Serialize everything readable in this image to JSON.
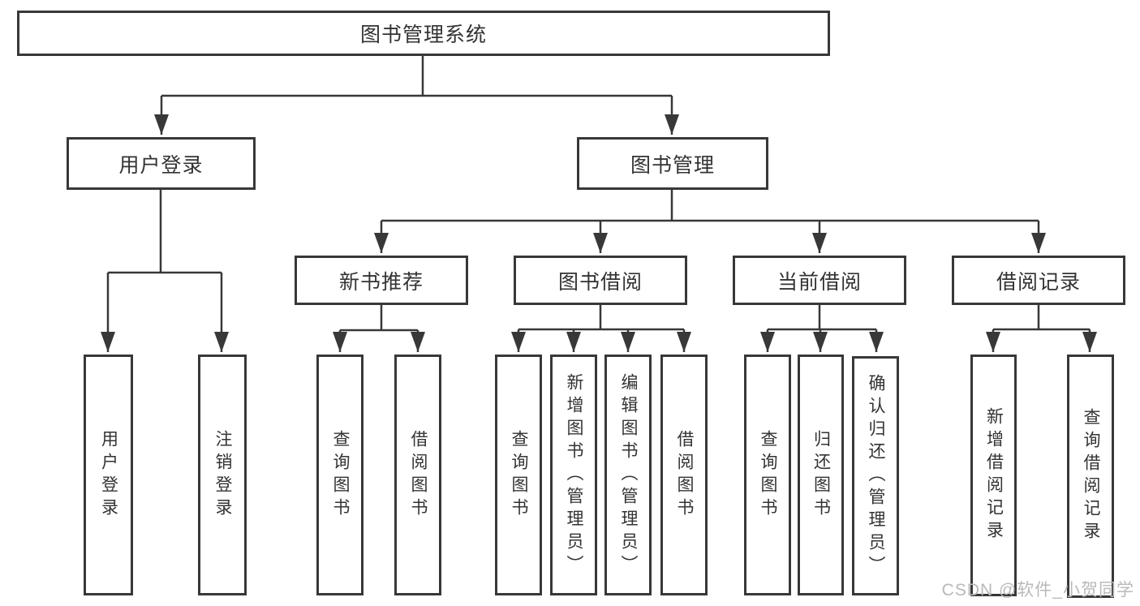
{
  "tree": {
    "root": {
      "label": "图书管理系统",
      "children": [
        {
          "label": "用户登录",
          "children": [
            {
              "label": "用户登录"
            },
            {
              "label": "注销登录"
            }
          ]
        },
        {
          "label": "图书管理",
          "children": [
            {
              "label": "新书推荐",
              "children": [
                {
                  "label": "查询图书"
                },
                {
                  "label": "借阅图书"
                }
              ]
            },
            {
              "label": "图书借阅",
              "children": [
                {
                  "label": "查询图书"
                },
                {
                  "label": "新增图书（管理员）"
                },
                {
                  "label": "编辑图书（管理员）"
                },
                {
                  "label": "借阅图书"
                }
              ]
            },
            {
              "label": "当前借阅",
              "children": [
                {
                  "label": "查询图书"
                },
                {
                  "label": "归还图书"
                },
                {
                  "label": "确认归还（管理员）"
                }
              ]
            },
            {
              "label": "借阅记录",
              "children": [
                {
                  "label": "新增借阅记录"
                },
                {
                  "label": "查询借阅记录"
                }
              ]
            }
          ]
        }
      ]
    }
  },
  "watermark": {
    "text": "CSDN @软件_小贺同学"
  },
  "colors": {
    "line": "#383838",
    "box_border": "#383838",
    "text": "#333333",
    "watermark": "#b9b9b9",
    "background": "#ffffff"
  }
}
